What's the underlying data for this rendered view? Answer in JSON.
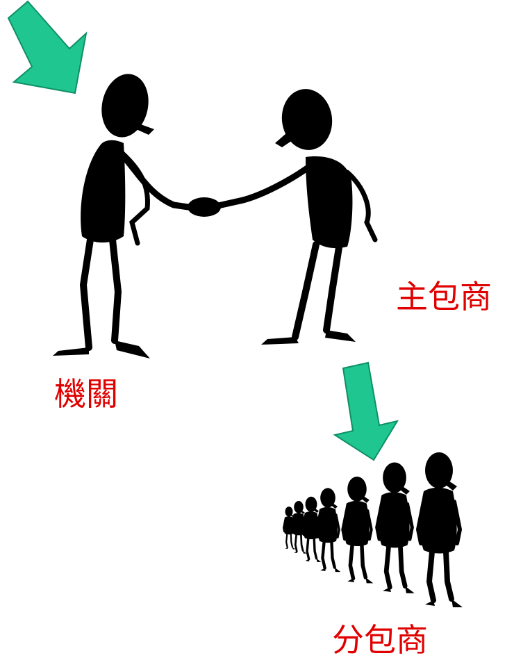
{
  "labels": {
    "agency": "機關",
    "prime_contractor": "主包商",
    "subcontractor": "分包商"
  },
  "icons": {
    "agency_arrow": "down-right-arrow-icon",
    "sub_arrow": "down-arrow-icon",
    "handshake": "handshake-figures-icon",
    "queue": "walking-figures-queue-icon"
  },
  "colors": {
    "label": "#e00000",
    "arrow_fill": "#1fc68f",
    "arrow_stroke": "#0e8f66",
    "figure": "#000000"
  },
  "walkers_count": 7
}
